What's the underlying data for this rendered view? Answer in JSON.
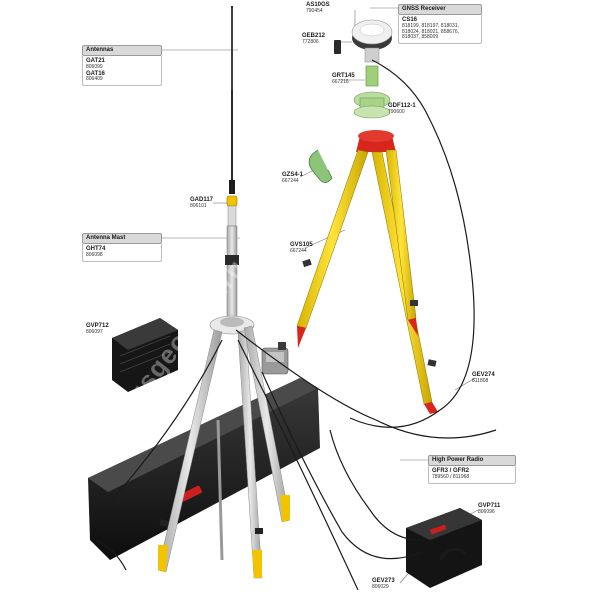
{
  "callouts": {
    "antenna": {
      "heading": "Antennas",
      "items": [
        {
          "code": "GAT21",
          "num": "806099"
        },
        {
          "code": "GAT16",
          "num": "806409"
        }
      ]
    },
    "antenna_mast": {
      "heading": "Antenna Mast",
      "items": [
        {
          "code": "GHT74",
          "num": "806098"
        }
      ]
    },
    "gnss_receiver": {
      "heading": "GNSS Receiver",
      "items": [
        {
          "code": "CS16",
          "num": "818199, 818197, 818031,"
        },
        {
          "code": "",
          "num": "818024, 818021, 858676,"
        },
        {
          "code": "",
          "num": "818037, 858009"
        }
      ]
    },
    "high_power_radio": {
      "heading": "High Power Radio",
      "items": [
        {
          "code": "GFR3 / GFR2",
          "num": "789560 / 811968"
        }
      ]
    }
  },
  "labels": {
    "ant_recv": {
      "code": "AS10GS",
      "num": "790454"
    },
    "cbl112": {
      "code": "GEB212",
      "num": "772806"
    },
    "grt145": {
      "code": "GRT145",
      "num": "667216"
    },
    "gdf112": {
      "code": "GDF112-1",
      "num": "790600"
    },
    "gzs4": {
      "code": "GZS4-1",
      "num": "667244"
    },
    "gad117": {
      "code": "GAD117",
      "num": "806101"
    },
    "gvs105": {
      "code": "GVS105",
      "num": "667244"
    },
    "gvp712": {
      "code": "GVP712",
      "num": "806097"
    },
    "gev274": {
      "code": "GEV274",
      "num": "811808"
    },
    "gvp711": {
      "code": "GVP711",
      "num": "806096"
    },
    "gev273": {
      "code": "GEV273",
      "num": "806029"
    }
  },
  "watermark": "www.rusgeocom.ru",
  "colors": {
    "tripod_yellow": "#f2d21a",
    "tripod_red": "#d8261c",
    "aluminium": "#cfcfcf",
    "case_black": "#1c1c1c"
  }
}
